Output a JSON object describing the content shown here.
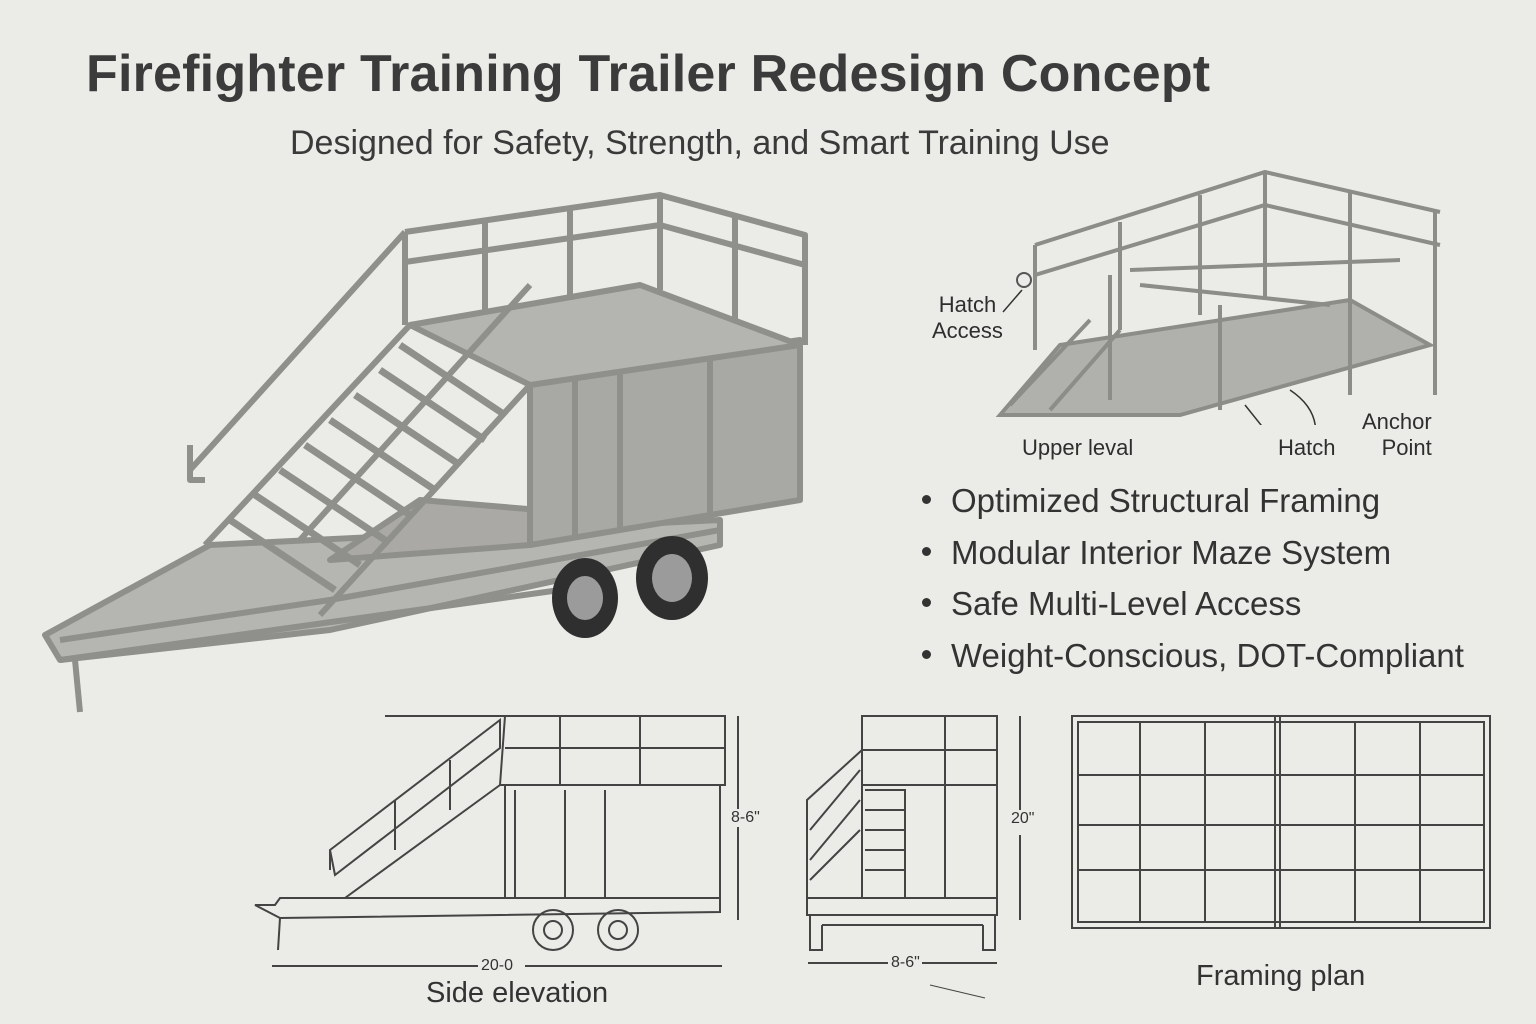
{
  "header": {
    "title": "Firefighter Training Trailer Redesign Concept",
    "subtitle": "Designed for Safety, Strength, and Smart Training Use"
  },
  "detail_view": {
    "labels": {
      "hatch_access": [
        "Hatch",
        "Access"
      ],
      "upper_level": "Upper leval",
      "hatch": "Hatch",
      "anchor_point": [
        "Anchor",
        "Point"
      ]
    }
  },
  "features": [
    "Optimized Structural Framing",
    "Modular Interior Maze System",
    "Safe Multi-Level Access",
    "Weight-Conscious, DOT-Compliant"
  ],
  "drawings": {
    "side_elevation": {
      "caption": "Side elevation",
      "length_dim": "20-0",
      "height_dim": "8-6\""
    },
    "end_elevation": {
      "width_dim": "8-6\"",
      "height_dim": "20\""
    },
    "framing_plan": {
      "caption": "Framing plan"
    }
  },
  "colors": {
    "background": "#ebebe7",
    "metal": "#9a9a97",
    "line": "#444444"
  }
}
